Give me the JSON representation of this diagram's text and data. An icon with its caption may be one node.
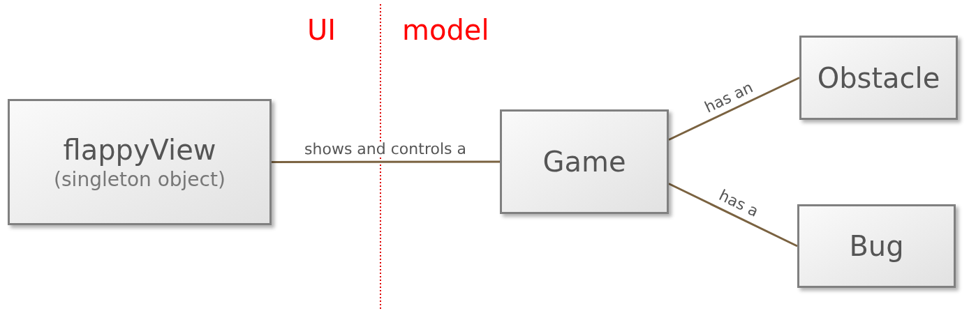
{
  "diagram": {
    "nodes": [
      {
        "text": [
          "flappyView",
          "(singleton object)"
        ]
      },
      {
        "text": [
          "Game"
        ]
      },
      {
        "text": [
          "Obstacle"
        ]
      },
      {
        "text": [
          "Bug"
        ]
      }
    ],
    "edges": [
      {
        "from": 0,
        "to": 1,
        "arrow": "none",
        "label": "shows and controls a"
      },
      {
        "from": 1,
        "to": 2,
        "arrow": "none",
        "label": "has an"
      },
      {
        "from": 1,
        "to": 3,
        "arrow": "none",
        "label": "has a"
      }
    ],
    "labels": [
      "UI",
      "model"
    ]
  }
}
